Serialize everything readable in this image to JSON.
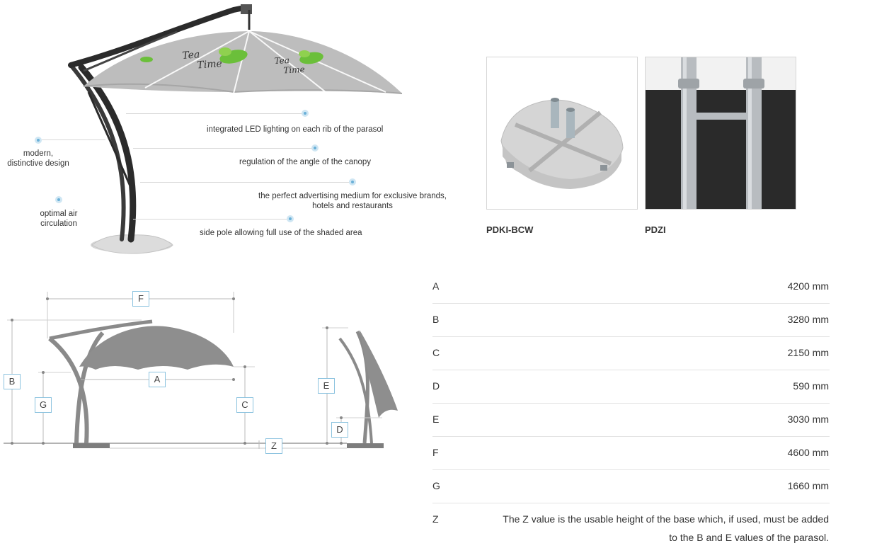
{
  "hero": {
    "canopy_brand": {
      "text_1_line1": "Tea",
      "text_1_line2": "Time",
      "text_2_line1": "Tea",
      "text_2_line2": "Time"
    },
    "callouts": {
      "led": "integrated LED lighting on each rib of the parasol",
      "design_line1": "modern,",
      "design_line2": "distinctive design",
      "angle": "regulation of the angle of the canopy",
      "advertising_line1": "the perfect advertising medium for exclusive brands,",
      "advertising_line2": "hotels and restaurants",
      "airflow_line1": "optimal air",
      "airflow_line2": "circulation",
      "side_pole": "side pole allowing full use of the shaded area"
    }
  },
  "accessories": [
    {
      "label": "PDKI-BCW",
      "icon": "cross-base-weights"
    },
    {
      "label": "PDZI",
      "icon": "ground-sleeve-poles"
    }
  ],
  "diagram": {
    "labels": {
      "A": "A",
      "B": "B",
      "C": "C",
      "D": "D",
      "E": "E",
      "F": "F",
      "G": "G",
      "Z": "Z"
    }
  },
  "specs": [
    {
      "key": "A",
      "value": "4200 mm"
    },
    {
      "key": "B",
      "value": "3280 mm"
    },
    {
      "key": "C",
      "value": "2150 mm"
    },
    {
      "key": "D",
      "value": "590 mm"
    },
    {
      "key": "E",
      "value": "3030 mm"
    },
    {
      "key": "F",
      "value": "4600 mm"
    },
    {
      "key": "G",
      "value": "1660 mm"
    }
  ],
  "z_note": {
    "key": "Z",
    "line1": "The Z value is the usable height of the base which, if used, must be added",
    "line2": "to the B and E values of the parasol."
  },
  "colors": {
    "canopy": "#bfbfbf",
    "frame": "#2b2b2b",
    "diagram_gray": "#8a8a8a",
    "accent_blue": "#8cc3df"
  }
}
